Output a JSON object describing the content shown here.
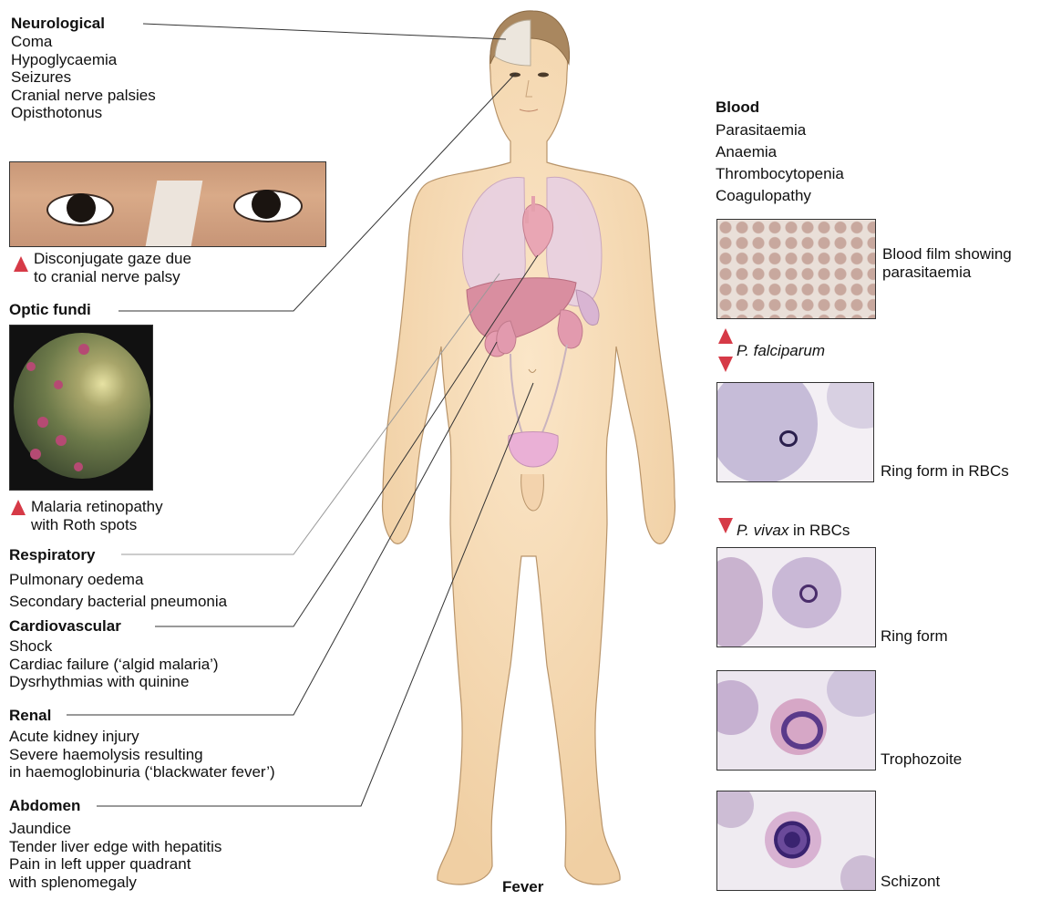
{
  "left": {
    "neurological": {
      "title": "Neurological",
      "items": [
        "Coma",
        "Hypoglycaemia",
        "Seizures",
        "Cranial nerve palsies",
        "Opisthotonus"
      ]
    },
    "gaze_caption": [
      "Disconjugate gaze due",
      "to cranial nerve palsy"
    ],
    "optic": {
      "title": "Optic fundi"
    },
    "retinopathy_caption": [
      "Malaria retinopathy",
      "with Roth spots"
    ],
    "respiratory": {
      "title": "Respiratory",
      "items": [
        "Pulmonary oedema",
        "Secondary bacterial pneumonia"
      ]
    },
    "cardiovascular": {
      "title": "Cardiovascular",
      "items": [
        "Shock",
        "Cardiac failure (‘algid malaria’)",
        "Dysrhythmias with quinine"
      ]
    },
    "renal": {
      "title": "Renal",
      "items": [
        "Acute kidney injury",
        "Severe haemolysis resulting",
        "in haemoglobinuria (‘blackwater fever’)"
      ]
    },
    "abdomen": {
      "title": "Abdomen",
      "items": [
        "Jaundice",
        "Tender liver edge with hepatitis",
        "Pain in left upper quadrant",
        "with splenomegaly"
      ]
    }
  },
  "center": {
    "fever": "Fever"
  },
  "right": {
    "blood": {
      "title": "Blood",
      "items": [
        "Parasitaemia",
        "Anaemia",
        "Thrombocytopenia",
        "Coagulopathy"
      ]
    },
    "film_caption": [
      "Blood film showing",
      "parasitaemia"
    ],
    "falciparum_label": "P. falciparum",
    "ring_rbc_caption": "Ring form in RBCs",
    "vivax_label": "P. vivax",
    "vivax_suffix": " in RBCs",
    "ring_form": "Ring form",
    "trophozoite": "Trophozoite",
    "schizont": "Schizont"
  },
  "colors": {
    "arrow": "#d63a47",
    "skin": "#f6dbb4",
    "skin_outline": "#b8946a",
    "lung": "#e8d0e2",
    "liver": "#d98ea0",
    "kidney": "#e29aae",
    "bladder": "#eab0d6"
  }
}
